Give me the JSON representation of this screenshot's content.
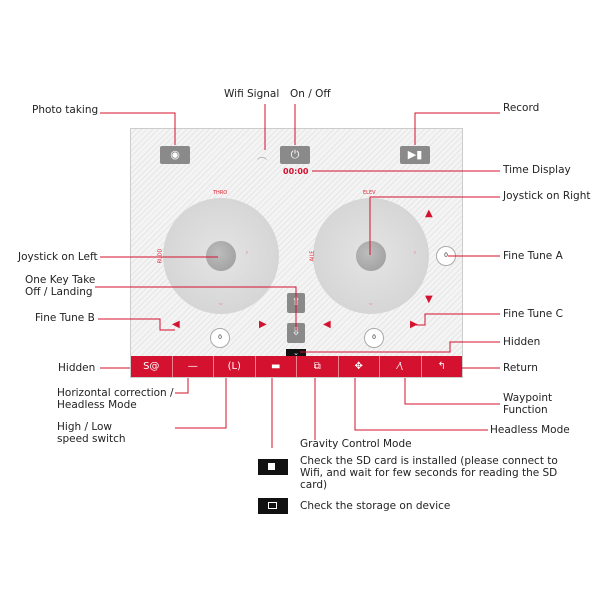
{
  "annotations": {
    "photo": "Photo taking",
    "wifi": "Wifi Signal",
    "onoff": "On / Off",
    "record": "Record",
    "time_display": "Time Display",
    "joy_right": "Joystick on Right",
    "joy_left": "Joystick on Left",
    "takeoff": "One Key Take Off / Landing",
    "fine_b": "Fine Tune B",
    "fine_a": "Fine Tune A",
    "fine_c": "Fine Tune C",
    "hidden_right": "Hidden",
    "hidden_left": "Hidden",
    "return": "Return",
    "horizontal": "Horizontal correction / Headless Mode",
    "speed": "High / Low speed switch",
    "waypoint": "Waypoint Function",
    "headless": "Headless Mode",
    "gravity": "Gravity Control Mode"
  },
  "legend": [
    {
      "icon": "sd-card-icon",
      "text": "Check the SD card is installed (please connect to Wifi, and wait for few seconds for reading the SD card)"
    },
    {
      "icon": "device-storage-icon",
      "text": "Check the storage on device"
    }
  ],
  "screen": {
    "time": "00:00",
    "left_joy": {
      "top": "THRO",
      "left": "RUDD"
    },
    "right_joy": {
      "top": "ELEV",
      "left": "AILE"
    },
    "trim_values": [
      "0",
      "0",
      "0"
    ],
    "bar": [
      "S@",
      "—",
      "(L)",
      "▬",
      "⧉",
      "✥",
      "⁄\\",
      "↰"
    ]
  },
  "accent": "#d4112e"
}
